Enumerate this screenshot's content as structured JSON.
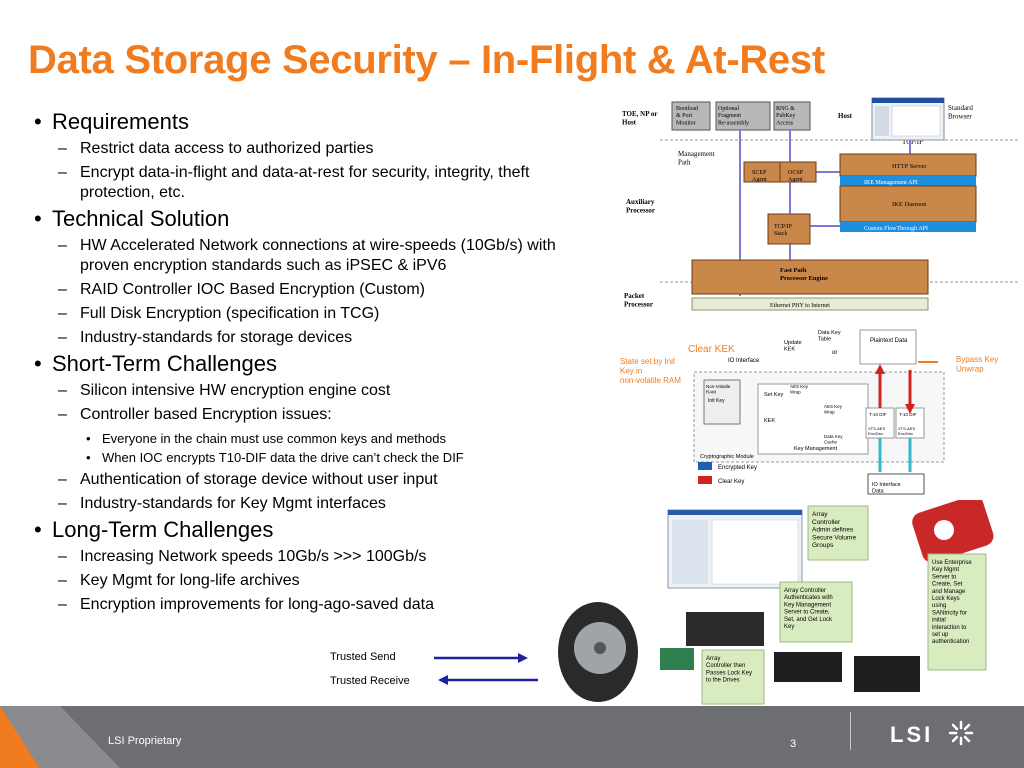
{
  "slide": {
    "title": "Data Storage Security – In-Flight & At-Rest",
    "bullets": [
      {
        "text": "Requirements",
        "children": [
          {
            "text": "Restrict data access to authorized parties"
          },
          {
            "text": "Encrypt data-in-flight and data-at-rest for security, integrity, theft protection, etc."
          }
        ]
      },
      {
        "text": "Technical Solution",
        "children": [
          {
            "text": "HW Accelerated Network connections at wire-speeds (10Gb/s) with proven encryption standards such as iPSEC & iPV6"
          },
          {
            "text": "RAID Controller IOC Based Encryption (Custom)"
          },
          {
            "text": "Full Disk Encryption (specification in TCG)"
          },
          {
            "text": "Industry-standards for storage devices"
          }
        ]
      },
      {
        "text": "Short-Term Challenges",
        "children": [
          {
            "text": "Silicon intensive HW encryption engine cost"
          },
          {
            "text": "Controller based Encryption issues:",
            "children": [
              {
                "text": "Everyone in the chain must use common keys and methods"
              },
              {
                "text": "When IOC encrypts T10-DIF data the drive can’t check the DIF"
              }
            ]
          },
          {
            "text": "Authentication of storage device without user input"
          },
          {
            "text": "Industry-standards for Key Mgmt interfaces"
          }
        ]
      },
      {
        "text": "Long-Term Challenges",
        "children": [
          {
            "text": "Increasing Network speeds 10Gb/s >>> 100Gb/s"
          },
          {
            "text": "Key Mgmt for long-life archives"
          },
          {
            "text": "Encryption improvements for long-ago-saved data"
          }
        ]
      }
    ],
    "footer": {
      "proprietary": "LSI Proprietary",
      "page_number": "3",
      "logo": "LSI"
    }
  },
  "net_diagram": {
    "toe": "TOE, NP or Host",
    "host": "Host",
    "browser": "Standard Browser",
    "tcpip_label": "TCP/IP",
    "mgmt_path": "Management Path",
    "aux": "Auxiliary Processor",
    "packet": "Packet Processor",
    "box_bootload": "Bootload & Port Monitor",
    "box_fragment": "Optional Fragment Re-assembly",
    "box_rng": "RNG & PubKey Access",
    "scep": "SCEP Agent",
    "ocsp": "OCSP Agent",
    "http": "HTTP Server",
    "ike_api": "IKE Management API",
    "ike_daemon": "IKE Daemon",
    "custom_api": "Custom FlowThrough API",
    "tcpip_stack": "TCP/IP Stack",
    "fastpath": "Fast Path Processor Engine",
    "ethernet": "Ethernet PHY to Internet"
  },
  "key_diagram": {
    "clear_kek": "Clear KEK",
    "state_set": "State set by Init Key in non-volatile RAM",
    "io_interface": "IO Interface",
    "update_kek": "Update KEK",
    "data_key_table": "Data Key Table",
    "or": "or",
    "plaintext": "Plaintext Data",
    "bypass": "Bypass Key Unwrap",
    "nv_ram": "Non-Volatile RAM",
    "init_key": "Init Key",
    "set_key": "Set Key",
    "kek": "KEK",
    "aes_wrap": "AES Key Wrap",
    "aes_wrap2": "AES Key Wrap",
    "t10_dif_a": "T-10 DIF",
    "t10_dif_b": "T-10 DIF",
    "xts_a": "XTS-AES Enc/Dec",
    "xts_b": "XTS-AES Enc/Dec",
    "data_key_cache": "Data Key Cache",
    "crypto_module": "Cryptographic Module",
    "key_mgmt": "Key Management",
    "encrypted_key": "Encrypted Key",
    "clear_key": "Clear Key",
    "io_data": "IO Interface Data"
  },
  "lock_diagram": {
    "admin_note": "Array Controller Admin defines Secure Volume Groups",
    "auth_note": "Array Controller Authenticates with Key Management Server to Create, Set, and Get Lock Key",
    "passes_note": "Array Controller then Passes Lock Key to the Drives",
    "enterprise_note": "Use Enterprise Key Mgmt Server to Create, Set and Manage Lock Keys using SANtricity for initial interaction to set up authentication",
    "trusted_send": "Trusted Send",
    "trusted_receive": "Trusted Receive"
  },
  "colors": {
    "title": "#f07c1f",
    "footer": "#6d6e71",
    "arrow_blue": "#1f1f9f",
    "note_green": "#d8ecc0",
    "box_orange": "#c9874a",
    "box_blue": "#1e8fe0"
  }
}
